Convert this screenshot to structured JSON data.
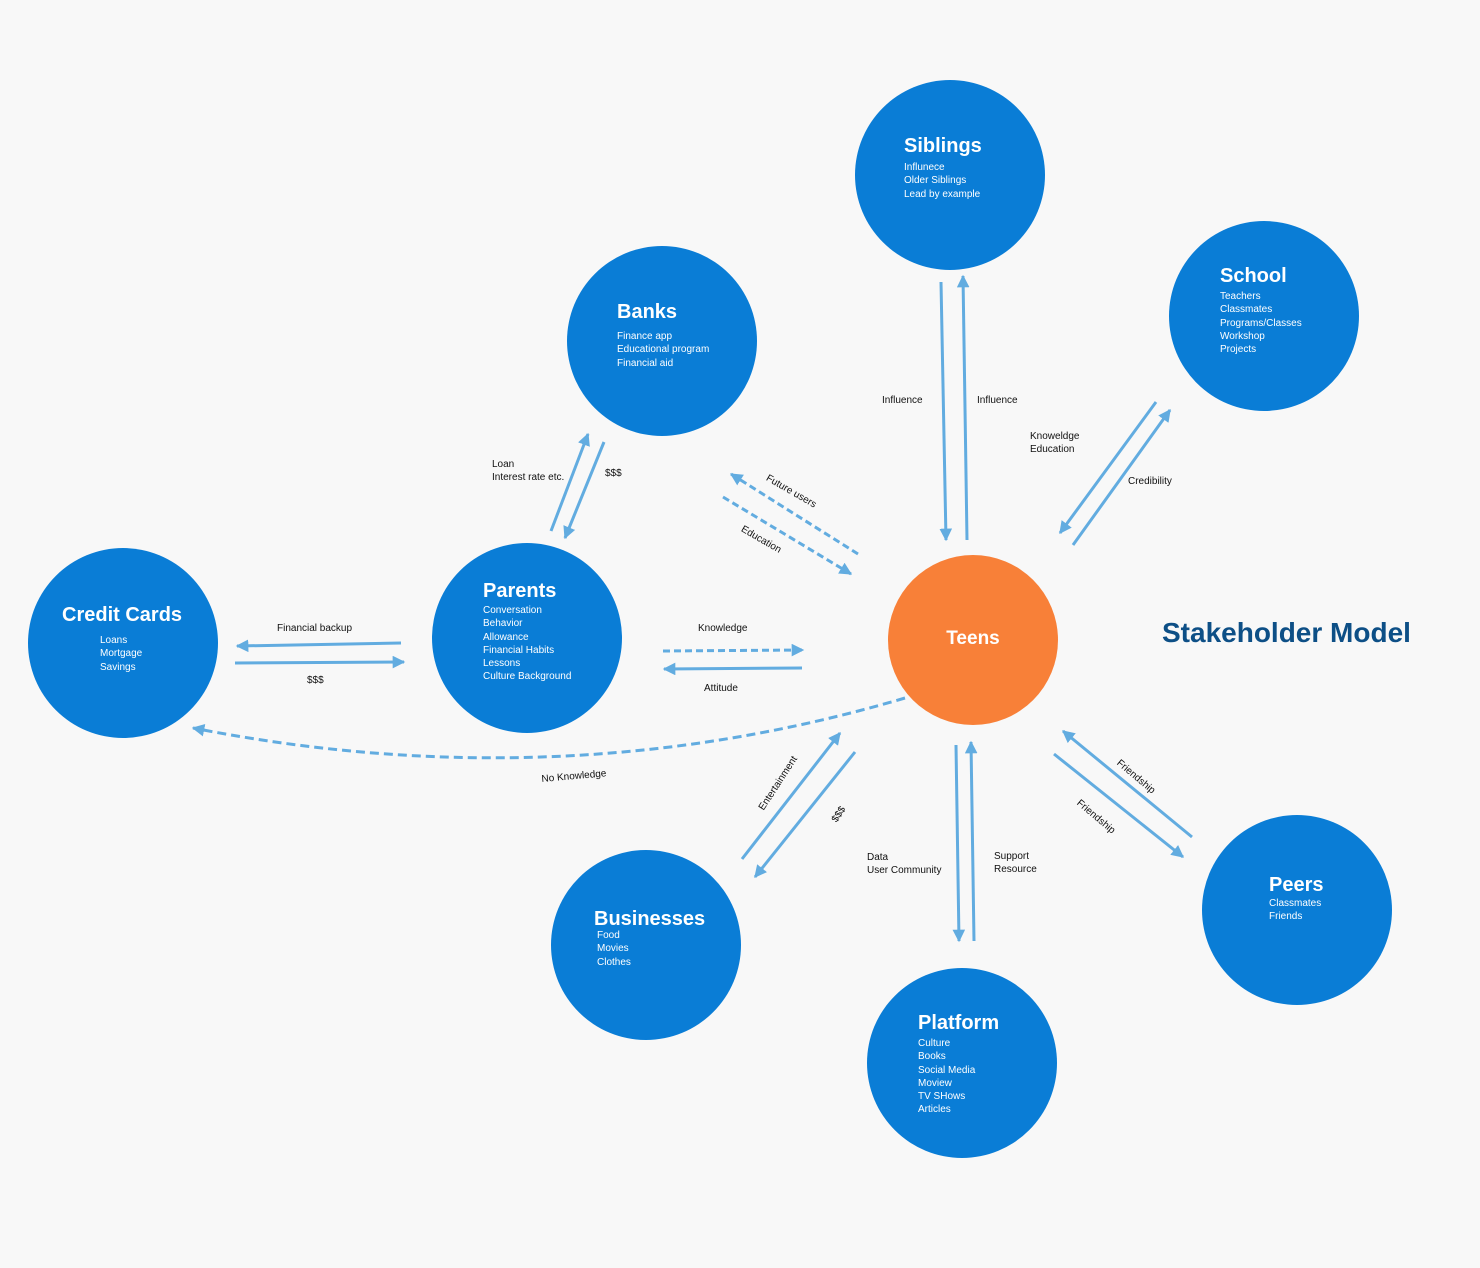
{
  "title": "Stakeholder Model",
  "colors": {
    "node": "#0a7dd6",
    "center": "#f88038",
    "arrow": "#62ace0",
    "title": "#0d4f86",
    "background": "#f8f8f8"
  },
  "center": {
    "title": "Teens"
  },
  "nodes": {
    "siblings": {
      "title": "Siblings",
      "items": [
        "Influnece",
        "Older Siblings",
        "Lead by example"
      ]
    },
    "school": {
      "title": "School",
      "items": [
        "Teachers",
        "Classmates",
        "Programs/Classes",
        "Workshop",
        "Projects"
      ]
    },
    "banks": {
      "title": "Banks",
      "items": [
        "Finance app",
        "Educational program",
        "Financial aid"
      ]
    },
    "parents": {
      "title": "Parents",
      "items": [
        "Conversation",
        "Behavior",
        "Allowance",
        "Financial Habits",
        "Lessons",
        "Culture Background"
      ]
    },
    "credit_cards": {
      "title": "Credit Cards",
      "items": [
        "Loans",
        "Mortgage",
        "Savings"
      ]
    },
    "businesses": {
      "title": "Businesses",
      "items": [
        "Food",
        "Movies",
        "Clothes"
      ]
    },
    "platform": {
      "title": "Platform",
      "items": [
        "Culture",
        "Books",
        "Social Media",
        "Moview",
        "TV SHows",
        "Articles"
      ]
    },
    "peers": {
      "title": "Peers",
      "items": [
        "Classmates",
        "Friends"
      ]
    }
  },
  "edges": {
    "siblings_down": "Influence",
    "siblings_up": "Influence",
    "school_down": [
      "Knoweldge",
      "Education"
    ],
    "school_up": "Credibility",
    "banks_future": "Future users",
    "banks_education": "Education",
    "parents_banks": [
      "Loan",
      "Interest rate etc."
    ],
    "banks_parents": "$$$",
    "parents_credit": "Financial backup",
    "credit_parents": "$$$",
    "parents_teens": "Knowledge",
    "teens_parents": "Attitude",
    "credit_teens": "No Knowledge",
    "businesses_up": "Entertainment",
    "businesses_down": "$$$",
    "platform_down": [
      "Data",
      "User Community"
    ],
    "platform_up": [
      "Support",
      "Resource"
    ],
    "peers_up": "Friendship",
    "peers_down": "Friendship"
  }
}
